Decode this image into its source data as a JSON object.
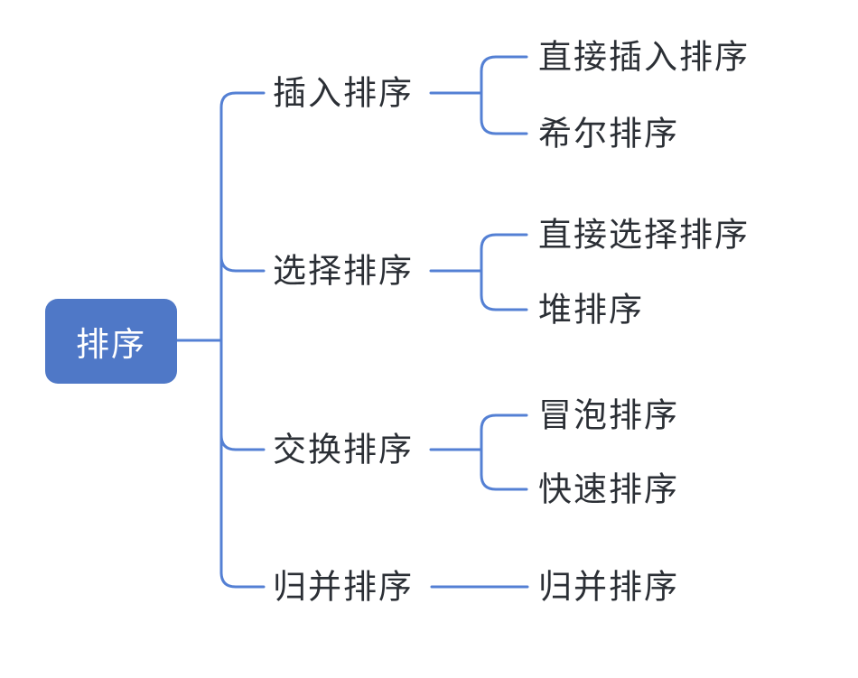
{
  "diagram": {
    "type": "mindmap",
    "title": "排序",
    "root": {
      "label": "排序"
    },
    "branches": [
      {
        "label": "插入排序",
        "children": [
          "直接插入排序",
          "希尔排序"
        ]
      },
      {
        "label": "选择排序",
        "children": [
          "直接选择排序",
          "堆排序"
        ]
      },
      {
        "label": "交换排序",
        "children": [
          "冒泡排序",
          "快速排序"
        ]
      },
      {
        "label": "归并排序",
        "children": [
          "归并排序"
        ]
      }
    ]
  },
  "colors": {
    "background": "#ffffff",
    "root_fill": "#4f78c7",
    "root_text": "#ffffff",
    "connector": "#5480d4",
    "text": "#2b2f35"
  }
}
